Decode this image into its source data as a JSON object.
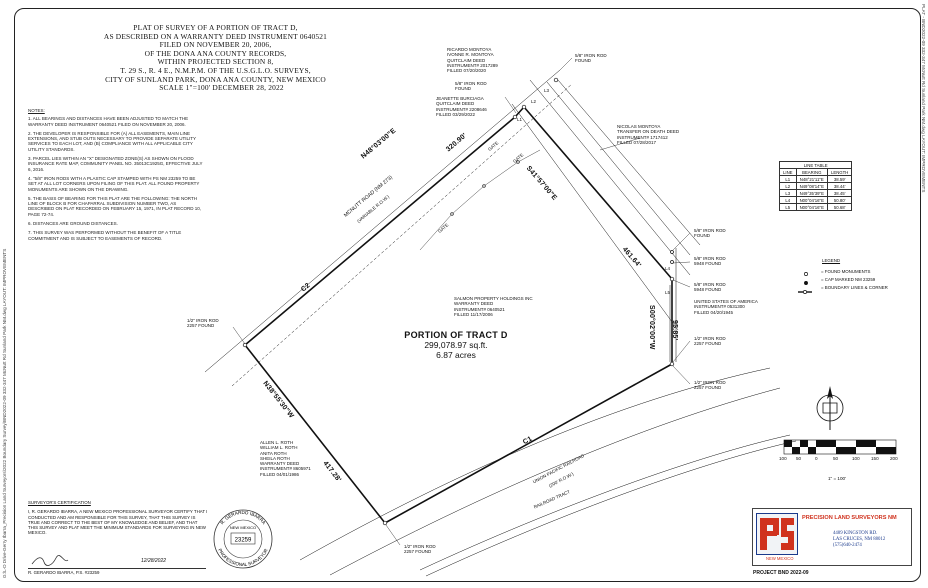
{
  "margin": {
    "left": "G:\\L-D Drive-Gerry Ibarra_Precision Land Surveyors\\2022 Boundary Survey\\BND2022-09 332-347 McNutt Rd Sunland Park NM.dwg LAYOUT: IMPROVEMENTS",
    "right": "PLAT - BND2022-09 332-347 McNutt Rd Sunland Park NM.dwg LAYOUT: IMPROVEMENTS"
  },
  "title": {
    "lines": [
      "PLAT OF SURVEY OF A PORTION OF TRACT D,",
      "AS DESCRIBED ON A WARRANTY DEED INSTRUMENT 0640521",
      "FILED ON NOVEMBER 20, 2006,",
      "OF THE DONA ANA COUNTY RECORDS,",
      "WITHIN PROJECTED SECTION 8,",
      "T. 29 S., R. 4 E., N.M.P.M. OF THE U.S.G.L.O. SURVEYS,",
      "CITY OF SUNLAND PARK, DONA ANA COUNTY, NEW MEXICO"
    ],
    "scale": "SCALE  1\"=100'",
    "date": "DECEMBER 28, 2022"
  },
  "notes": {
    "header": "NOTES:",
    "items": [
      "1. ALL BEARINGS AND DISTANCES HAVE BEEN ADJUSTED TO MATCH THE WARRANTY DEED INSTRUMENT 0640521 FILED ON NOVEMBER 20, 2006.",
      "2. THE DEVELOPER IS RESPONSIBLE FOR (A) ALL EASEMENTS, MAIN LINE EXTENSIONS, AND STUB OUTS NECESSARY TO PROVIDE SEPARATE UTILITY SERVICES TO EACH LOT, AND (B) COMPLIANCE WITH ALL APPLICABLE CITY UTILITY STANDARDS.",
      "3. PARCEL LIES WITHIN AN \"X\" DESIGNATED ZONE(S) AS SHOWN ON FLOOD INSURANCE RATE MAP, COMMUNITY PANEL NO. 35013C1925G, EFFECTIVE JULY 6, 2016.",
      "4. \"5/8\" IRON RODS WITH A PLASTIC CAP STAMPED WITH PS NM 23259 TO BE SET AT ALL LOT CORNERS UPON FILING OF THIS PLAT. ALL FOUND PROPERTY MONUMENTS ARE SHOWN ON THE DRAWING.",
      "5. THE BASIS OF BEARING FOR THIS PLAT ARE THE FOLLOWING: THE NORTH LINE OF BLOCK B FOR CHAPARRAL SUBDIVISION NUMBER TWO, AS DESCRIBED ON PLAT RECORDED ON FEBRUARY 15, 1971, IN PLAT RECORD 10, PAGE 72-74.",
      "6. DISTANCES ARE GROUND DISTANCES.",
      "7. THIS SURVEY WAS PERFORMED WITHOUT THE BENEFIT OF A TITLE COMMITMENT AND IS SUBJECT TO EASEMENTS OF RECORD."
    ]
  },
  "parcel": {
    "name": "PORTION OF TRACT D",
    "area_sqft": "299,078.97 sq.ft.",
    "area_acres": "6.87 acres"
  },
  "bearings": {
    "north_line_bearing": "N48°03'00\"E",
    "north_line_dist": "320.90'",
    "northeast_bearing": "S41°57'00\"E",
    "northeast_dist": "461.64'",
    "east_bearing": "S00°02'00\"W",
    "east_dist": "95.85'",
    "west_bearing": "N38°55'30\"W",
    "west_dist": "417.28'",
    "curve_c1": "C1",
    "curve_c2": "C2"
  },
  "labels": {
    "mcnutt_road": "MCNUTT ROAD (NM 273)",
    "mcnutt_width": "(VARIABLE R.O.W.)",
    "union_pacific": "UNION PACIFIC RAILROAD",
    "union_pacific_width": "(200' R.O.W.)",
    "railroad_track": "RAILROAD TRACT",
    "gate": "GATE",
    "gate2": "GATE",
    "gate3": "GATE"
  },
  "owners": {
    "montoya": [
      "RICARDO MONTOYA",
      "IVONNE R. MONTOYA",
      "QUITCLAIM DEED",
      "INSTRUMENT# 2017289",
      "FILLED 07/20/2020"
    ],
    "burciaga": [
      "JEANETTE BURCIAGA",
      "QUITCLAIM DEED",
      "INSTRUMENT# 2208646",
      "FILLED 03/29/2022"
    ],
    "nicolas": [
      "NICOLAS MONTOYA",
      "TRANSFER ON DEATH DEED",
      "INSTRUMENT# 1717412",
      "FILLED 07/28/2017"
    ],
    "salmon": [
      "SALMON PROPERTY HOLDINGS INC",
      "WARRANTY DEED",
      "INSTRUMENT# 0640521",
      "FILLED 11/17/2006"
    ],
    "usa": [
      "UNITED STATES OF AMERICA",
      "INSTRUMENT# 0531300",
      "FILLED 04/20/1945"
    ],
    "roth": [
      "ALLEN L. ROTH",
      "WILLIAM L. ROTH",
      "ANITA ROTH",
      "SHEILA ROTH",
      "WARRANTY DEED",
      "INSTRUMENT# 8605971",
      "FILLED 04/01/1986"
    ]
  },
  "monuments": {
    "rod_top_right": [
      "5/8\" IRON ROD",
      "FOUND"
    ],
    "rod_burciaga": [
      "5/8\" IRON ROD",
      "FOUND"
    ],
    "rod_right_1": [
      "5/8\" IRON ROD",
      "FOUND"
    ],
    "rod_right_2": [
      "5/8\" IRON ROD",
      "5948 FOUND"
    ],
    "rod_right_3": [
      "5/8\" IRON ROD",
      "5948 FOUND"
    ],
    "rod_right_4": [
      "1/2\" IRON ROD",
      "2257 FOUND"
    ],
    "rod_right_5": [
      "1/2\" IRON ROD",
      "2257 FOUND"
    ],
    "rod_left": [
      "1/2\" IRON ROD",
      "2257 FOUND"
    ],
    "rod_bottom": [
      "1/2\" IRON ROD",
      "2257 FOUND"
    ]
  },
  "line_table": {
    "title": "LINE TABLE",
    "headers": [
      "LINE",
      "BEARING",
      "LENGTH"
    ],
    "rows": [
      [
        "L1",
        "N48°21'11\"E",
        "38.59'"
      ],
      [
        "L2",
        "N49°08'14\"E",
        "38.44'"
      ],
      [
        "L3",
        "N49°35'39\"E",
        "38.45'"
      ],
      [
        "L4",
        "N00°04'16\"E",
        "50.80'"
      ],
      [
        "L5",
        "N00°04'16\"E",
        "50.68'"
      ]
    ]
  },
  "segment_labels": [
    "L1",
    "L2",
    "L3",
    "L4",
    "L5"
  ],
  "legend": {
    "title": "LEGEND",
    "items": [
      "= FOUND MONUMENTS",
      "= CAP MARKED NM 23259",
      "= BOUNDARY LINES & CORNER"
    ]
  },
  "scalebar": {
    "ticks": [
      "100",
      "50",
      "0",
      "50",
      "100",
      "150",
      "200"
    ],
    "caption": "1\" = 100'"
  },
  "certification": {
    "header": "SURVEYOR'S CERTIFICATION",
    "body": "I, R. GERARDO IBARRA, A NEW MEXICO PROFESSIONAL SURVEYOR CERTIFY THAT I CONDUCTED AND AM RESPONSIBLE FOR THIS SURVEY, THAT THIS SURVEY IS TRUE AND CORRECT TO THE BEST OF MY KNOWLEDGE AND BELIEF, AND THAT THIS SURVEY AND PLAT MEET THE MINIMUM STANDARDS FOR SURVEYING IN NEW MEXICO.",
    "signed_date": "12/28/2022",
    "signer": "R. GERARDO IBARRA, P.S. #23259"
  },
  "seal": {
    "top": "R. GERARDO IBARRA",
    "state": "NEW MEXICO",
    "number": "23259",
    "bottom": "PROFESSIONAL SURVEYOR"
  },
  "company": {
    "name": "PRECISION LAND SURVEYORS NM",
    "address": [
      "4489 KINGSTON RD.",
      "LAS CRUCES, NM 88012",
      "(575)640-2474"
    ],
    "state": "NEW MEXICO"
  },
  "project": "PROJECT BND 2022-09",
  "colors": {
    "ink": "#111111",
    "logo_red": "#d0321e",
    "logo_blue": "#1b3a8c"
  }
}
